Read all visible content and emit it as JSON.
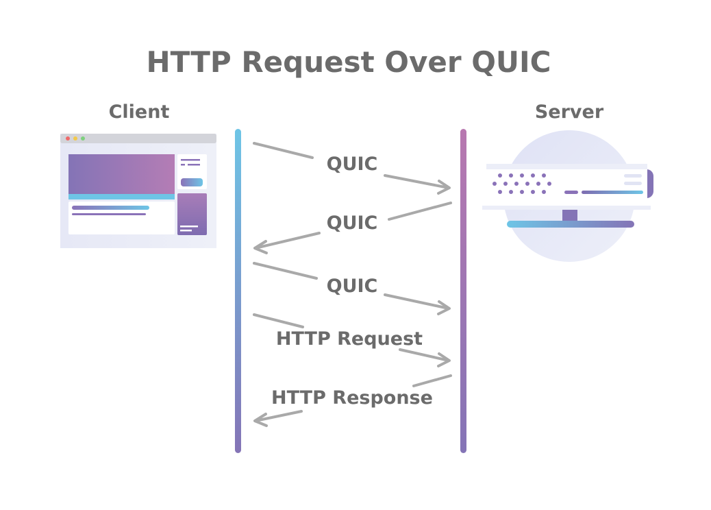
{
  "diagram": {
    "title": "HTTP Request Over QUIC",
    "client_label": "Client",
    "server_label": "Server",
    "messages": [
      {
        "label": "QUIC",
        "direction": "client-to-server"
      },
      {
        "label": "QUIC",
        "direction": "server-to-client"
      },
      {
        "label": "QUIC",
        "direction": "client-to-server"
      },
      {
        "label": "HTTP Request",
        "direction": "client-to-server"
      },
      {
        "label": "HTTP Response",
        "direction": "server-to-client"
      }
    ],
    "colors": {
      "text": "#6b6b6b",
      "arrow": "#a9a9a9",
      "lane_top": "#6ec5e6",
      "lane_bottom": "#8474b6",
      "server_lane_top": "#b878b0",
      "accent_purple": "#8a72b8",
      "accent_pink": "#b47db5"
    }
  }
}
